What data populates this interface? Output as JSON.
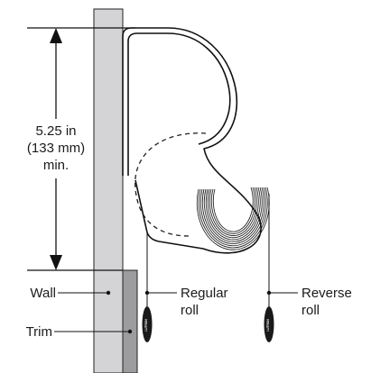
{
  "dimension": {
    "line1": "5.25 in",
    "line2": "(133 mm)",
    "line3": "min."
  },
  "labels": {
    "wall": "Wall",
    "trim": "Trim",
    "regular_line1": "Regular",
    "regular_line2": "roll",
    "reverse_line1": "Reverse",
    "reverse_line2": "roll"
  },
  "pull_brand": "LUTRON"
}
